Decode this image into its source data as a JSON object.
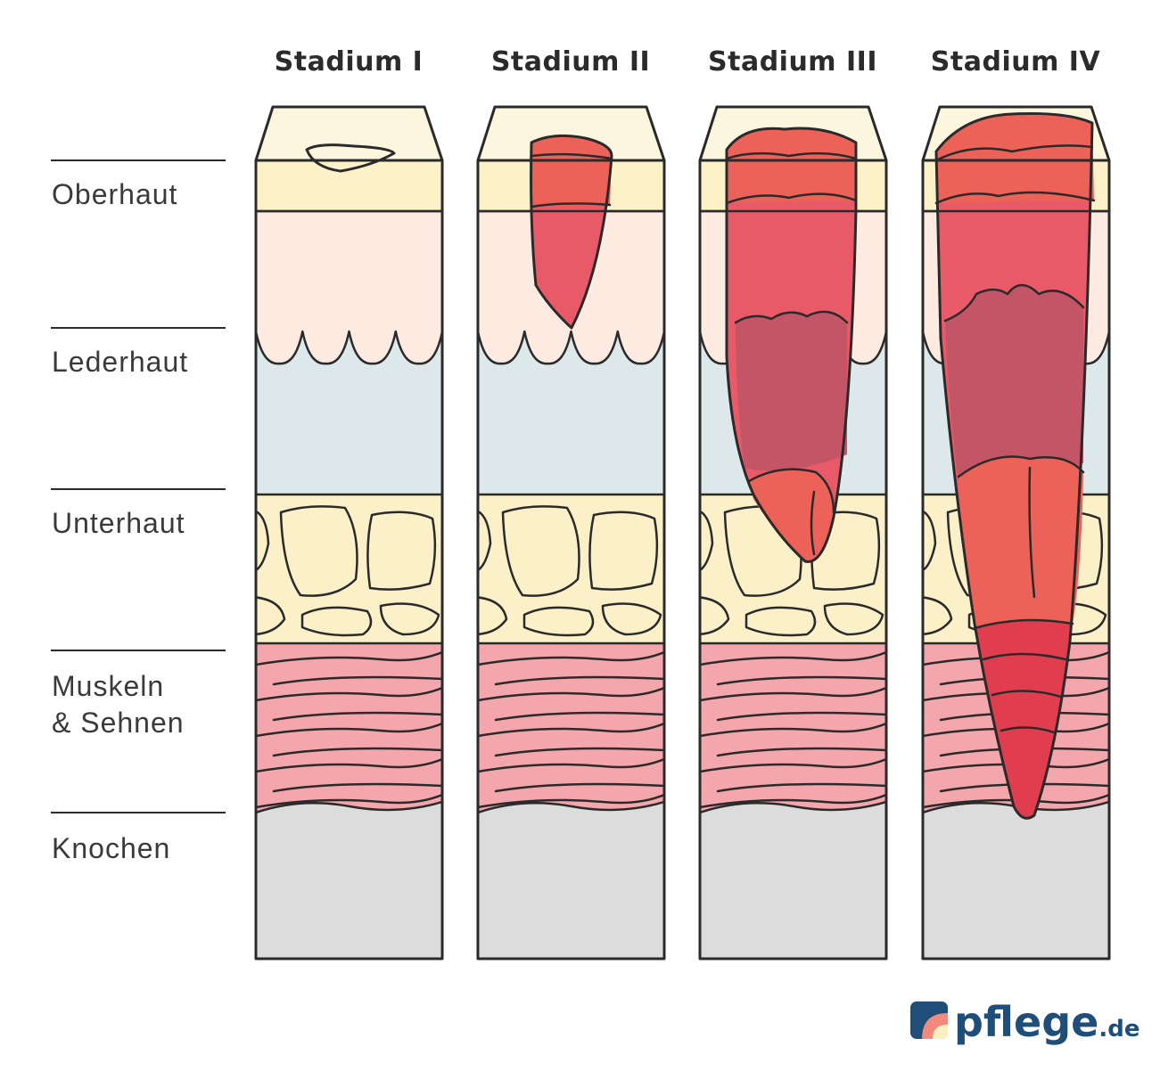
{
  "stages": [
    {
      "title": "Stadium I"
    },
    {
      "title": "Stadium II"
    },
    {
      "title": "Stadium III"
    },
    {
      "title": "Stadium IV"
    }
  ],
  "layers": [
    {
      "label_lines": [
        "Oberhaut"
      ],
      "color": "#fdf1c7"
    },
    {
      "label_lines": [
        "Lederhaut"
      ],
      "color": "#fdebe2"
    },
    {
      "label_lines": [
        "Unterhaut"
      ],
      "color": "#dce8ea"
    },
    {
      "label_lines": [
        "Muskeln",
        "& Sehnen"
      ],
      "color": "#f4a6ad"
    },
    {
      "label_lines": [
        "Knochen"
      ],
      "color": "#dcdcdc"
    }
  ],
  "colors": {
    "epidermis_top": "#fdf6df",
    "fat": "#fbf0c8",
    "wound_light": "#e85a67",
    "wound_orange": "#ec6259",
    "wound_dark": "#c45566",
    "wound_deep": "#e03e4f",
    "outline": "#2a2a2a"
  },
  "brand": {
    "name": "pflege",
    "tld": ".de",
    "color": "#1f4e79"
  }
}
